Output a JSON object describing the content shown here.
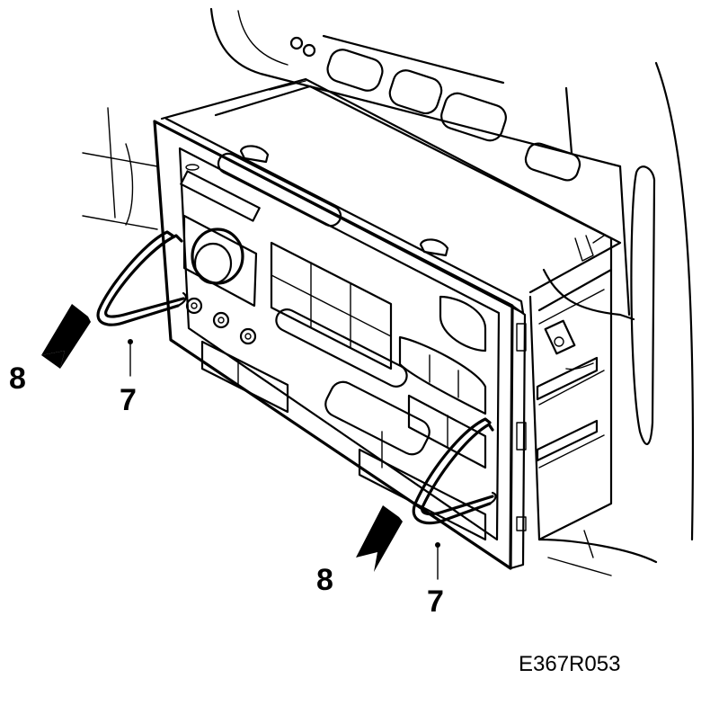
{
  "figure": {
    "figure_code": "E367R053",
    "callouts": {
      "pull_arrow_left": "8",
      "removal_tool_left": "7",
      "pull_arrow_right": "8",
      "removal_tool_right": "7"
    }
  },
  "colors": {
    "line": "#000000",
    "background": "#ffffff"
  }
}
